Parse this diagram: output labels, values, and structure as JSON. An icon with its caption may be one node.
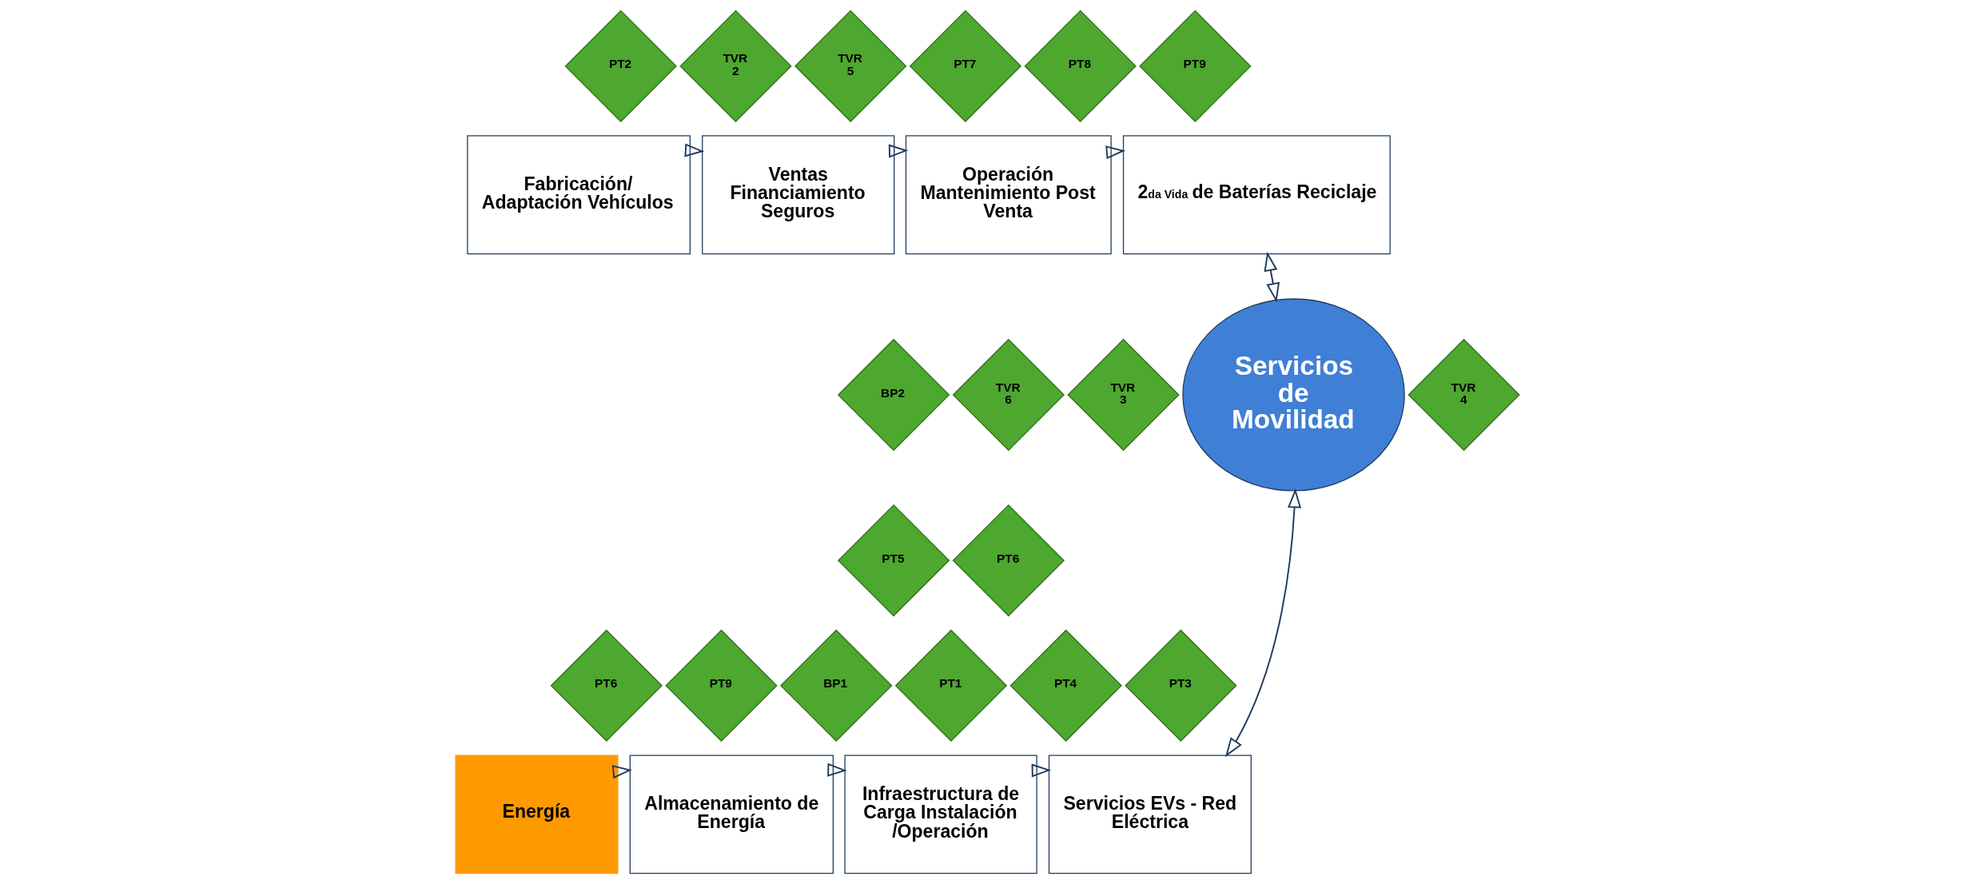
{
  "diagram": {
    "nodes": [
      {
        "text": [
          "PT2"
        ]
      },
      {
        "text": [
          "Fabricación/ Adaptación Vehículos"
        ]
      },
      {
        "text": [
          "TVR 2"
        ]
      },
      {
        "text": [
          "TVR 5"
        ]
      },
      {
        "text": [
          "Ventas Financiamiento Seguros"
        ]
      },
      {
        "text": [
          "PT7"
        ]
      },
      {
        "text": [
          "PT8"
        ]
      },
      {
        "text": [
          "Operación Mantenimiento Post Venta"
        ]
      },
      {
        "text": [
          "BP2"
        ]
      },
      {
        "text": [
          "TVR 6"
        ]
      },
      {
        "text": [
          "PT9"
        ]
      },
      {
        "text": [
          "2$^{da Vida}$ de Baterías Reciclaje"
        ]
      },
      {
        "text": [
          "TVR 3"
        ]
      },
      {
        "text": [
          "Servicios de Movilidad"
        ]
      },
      {
        "text": [
          "TVR 4"
        ]
      },
      {
        "text": [
          "PT6"
        ]
      },
      {
        "text": [
          "PT9"
        ]
      },
      {
        "text": [
          "Energía"
        ]
      },
      {
        "text": [
          "Almacenamiento de Energía"
        ]
      },
      {
        "text": [
          "PT5"
        ]
      },
      {
        "text": [
          "PT6"
        ]
      },
      {
        "text": [
          "BP1"
        ]
      },
      {
        "text": [
          "PT1"
        ]
      },
      {
        "text": [
          "PT4"
        ]
      },
      {
        "text": [
          "Infraestructura de Carga Instalación /Operación"
        ]
      },
      {
        "text": [
          "PT3"
        ]
      },
      {
        "text": [
          "Servicios EVs - Red Eléctrica"
        ]
      }
    ],
    "edges": [
      {
        "from": 1,
        "to": 4,
        "arrow": "to"
      },
      {
        "from": 4,
        "to": 7,
        "arrow": "to"
      },
      {
        "from": 7,
        "to": 11,
        "arrow": "to"
      },
      {
        "from": 11,
        "to": 13,
        "arrow": "both"
      },
      {
        "from": 17,
        "to": 18,
        "arrow": "to"
      },
      {
        "from": 18,
        "to": 24,
        "arrow": "to"
      },
      {
        "from": 24,
        "to": 26,
        "arrow": "to"
      },
      {
        "from": 26,
        "to": 13,
        "arrow": "both"
      }
    ]
  }
}
